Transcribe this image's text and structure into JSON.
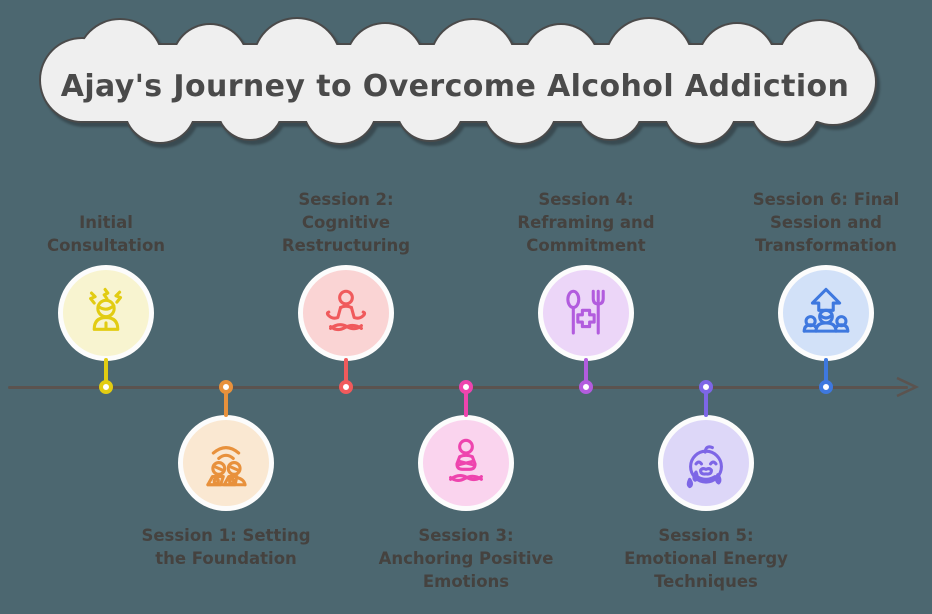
{
  "canvas": {
    "background": "#4C6770"
  },
  "title": {
    "text": "Ajay's Journey to Overcome Alcohol Addiction",
    "cloud_fill": "#EFEFEF",
    "cloud_stroke": "#4A4A4A",
    "text_color": "#4A4A4A"
  },
  "timeline": {
    "line_color": "#5B534F",
    "arrow_direction": "right",
    "milestone_count": 7
  },
  "milestones": [
    {
      "label": "Initial Consultation",
      "position": "above",
      "icon": "stressed-person-icon",
      "color": "#E2CC12",
      "fill": "#F8F4D0"
    },
    {
      "label": "Session 1: Setting the Foundation",
      "position": "below",
      "icon": "collaboration-icon",
      "color": "#E8913C",
      "fill": "#FAE8D2"
    },
    {
      "label": "Session 2: Cognitive Restructuring",
      "position": "above",
      "icon": "meditation-icon",
      "color": "#F05A5C",
      "fill": "#FAD4D4"
    },
    {
      "label": "Session 3: Anchoring Positive Emotions",
      "position": "below",
      "icon": "meditation-crossed-arms-icon",
      "color": "#EE44AE",
      "fill": "#FAD4EE"
    },
    {
      "label": "Session 4: Reframing and Commitment",
      "position": "above",
      "icon": "nutrition-health-icon",
      "color": "#B25CDE",
      "fill": "#ECD6F8"
    },
    {
      "label": "Session 5: Emotional Energy Techniques",
      "position": "below",
      "icon": "crying-face-icon",
      "color": "#7D66E6",
      "fill": "#DDD7F8"
    },
    {
      "label": "Session 6: Final Session and Transformation",
      "position": "above",
      "icon": "team-growth-icon",
      "color": "#3E78DF",
      "fill": "#D2E1F8"
    }
  ]
}
